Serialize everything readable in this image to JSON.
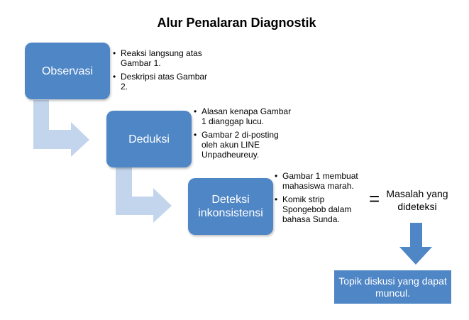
{
  "title": "Alur Penalaran Diagnostik",
  "steps": [
    {
      "label": "Observasi",
      "bullets": [
        "Reaksi langsung atas Gambar 1.",
        "Deskripsi atas Gambar 2."
      ]
    },
    {
      "label": "Deduksi",
      "bullets": [
        "Alasan kenapa Gambar 1 dianggap lucu.",
        "Gambar 2 di-posting oleh akun LINE Unpadheureuy."
      ]
    },
    {
      "label": "Deteksi inkonsistensi",
      "bullets": [
        "Gambar 1 membuat mahasiswa marah.",
        "Komik strip Spongebob dalam bahasa Sunda."
      ]
    }
  ],
  "equals": "=",
  "result": "Masalah yang dideteksi",
  "topic": "Topik diskusi yang dapat muncul.",
  "colors": {
    "box": "#4f86c6",
    "arrow": "#c3d5ec",
    "down_arrow": "#4f86c6"
  }
}
